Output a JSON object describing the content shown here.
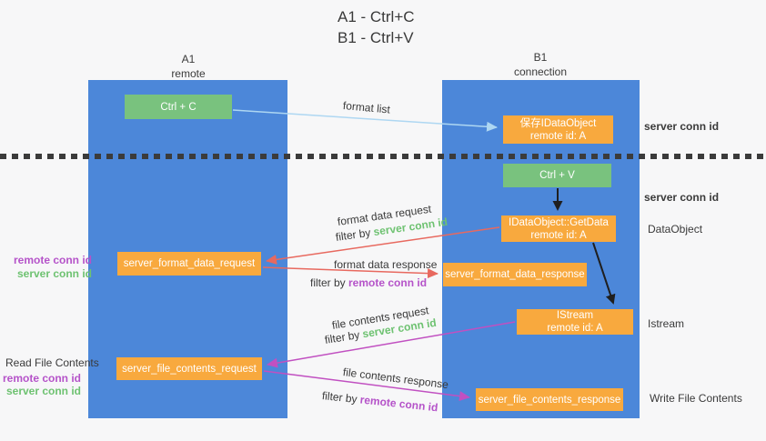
{
  "title": {
    "line1": "A1 - Ctrl+C",
    "line2": "B1 - Ctrl+V"
  },
  "columns": {
    "left": {
      "header_line1": "A1",
      "header_line2": "remote"
    },
    "right": {
      "header_line1": "B1",
      "header_line2": "connection"
    }
  },
  "nodes": {
    "ctrl_c": "Ctrl + C",
    "save_idataobject": {
      "line1": "保存IDataObject",
      "line2": "remote id: A"
    },
    "ctrl_v": "Ctrl + V",
    "getdata": {
      "line1": "IDataObject::GetData",
      "line2": "remote id: A"
    },
    "server_format_data_request": "server_format_data_request",
    "server_format_data_response": "server_format_data_response",
    "istream": {
      "line1": "IStream",
      "line2": "remote id: A"
    },
    "server_file_contents_request": "server_file_contents_request",
    "server_file_contents_response": "server_file_contents_response"
  },
  "arrow_labels": {
    "format_list": "format list",
    "format_data_request": "format data request",
    "format_data_response": "format data response",
    "file_contents_request": "file contents request",
    "file_contents_response": "file contents response",
    "filter_by": "filter by ",
    "server_conn_id": "server conn id",
    "remote_conn_id": "remote conn id"
  },
  "side_labels": {
    "right_server_conn_id_top": "server conn id",
    "right_server_conn_id_mid": "server conn id",
    "right_dataobject": "DataObject",
    "right_istream": "Istream",
    "right_write_file_contents": "Write File Contents",
    "left_remote_conn_id_top": "remote conn id",
    "left_server_conn_id_top": "server conn id",
    "left_read_file_contents": "Read File Contents",
    "left_remote_conn_id_bottom": "remote conn id",
    "left_server_conn_id_bottom": "server conn id"
  },
  "colors": {
    "column_blue": "#4c87d9",
    "box_green": "#79c27e",
    "box_orange": "#f8a93e",
    "arrow_light_blue": "#aed7f2",
    "arrow_red": "#e8695f",
    "arrow_magenta": "#c150c1",
    "arrow_black": "#1f1f1f",
    "text_green": "#6ec271",
    "text_purple": "#b553c9",
    "text_dark": "#3a3a3a",
    "background": "#f7f7f8"
  }
}
